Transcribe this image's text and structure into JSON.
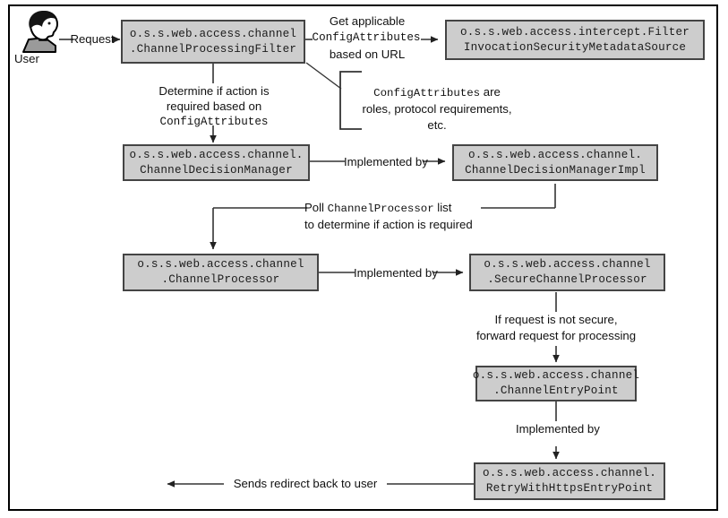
{
  "diagram": {
    "title": "Spring Security channel processing flow",
    "actor": {
      "name": "user-actor",
      "label": "User",
      "icon": "user-head-profile-icon"
    },
    "colors": {
      "box_fill": "#cdcdcd",
      "box_border": "#444444",
      "frame_border": "#000000",
      "text": "#111111",
      "line": "#333333"
    },
    "nodes": [
      {
        "id": "channel-processing-filter",
        "line1": "o.s.s.web.access.channel",
        "line2": ".ChannelProcessingFilter"
      },
      {
        "id": "filter-invocation-security-metadata-source",
        "line1": "o.s.s.web.access.intercept.Filter",
        "line2": "InvocationSecurityMetadataSource"
      },
      {
        "id": "channel-decision-manager",
        "line1": "o.s.s.web.access.channel.",
        "line2": "ChannelDecisionManager"
      },
      {
        "id": "channel-decision-manager-impl",
        "line1": "o.s.s.web.access.channel.",
        "line2": "ChannelDecisionManagerImpl"
      },
      {
        "id": "channel-processor",
        "line1": "o.s.s.web.access.channel",
        "line2": ".ChannelProcessor"
      },
      {
        "id": "secure-channel-processor",
        "line1": "o.s.s.web.access.channel",
        "line2": ".SecureChannelProcessor"
      },
      {
        "id": "channel-entry-point",
        "line1": "o.s.s.web.access.channel",
        "line2": ".ChannelEntryPoint"
      },
      {
        "id": "retry-with-https-entry-point",
        "line1": "o.s.s.web.access.channel.",
        "line2": "RetryWithHttpsEntryPoint"
      }
    ],
    "edge_labels": {
      "request": "Request",
      "get_applicable_l1": "Get applicable",
      "get_applicable_l2": "ConfigAttributes",
      "get_applicable_l3": "based on URL",
      "determine_l1": "Determine if action is",
      "determine_l2": "required based on",
      "determine_l3": "ConfigAttributes",
      "implemented_by_1": "Implemented by",
      "implemented_by_2": "Implemented by",
      "implemented_by_3": "Implemented by",
      "poll_l1_a": "Poll ",
      "poll_l1_b": "ChannelProcessor",
      "poll_l1_c": " list",
      "poll_l2": "to determine if action is required",
      "not_secure_l1": "If request is not secure,",
      "not_secure_l2": "forward request for processing",
      "redirect": "Sends redirect back to user"
    },
    "note": {
      "id": "config-attributes-note",
      "line1_mono": "ConfigAttributes",
      "line1_rest": " are",
      "line2": "roles, protocol requirements,",
      "line3": "etc."
    }
  }
}
